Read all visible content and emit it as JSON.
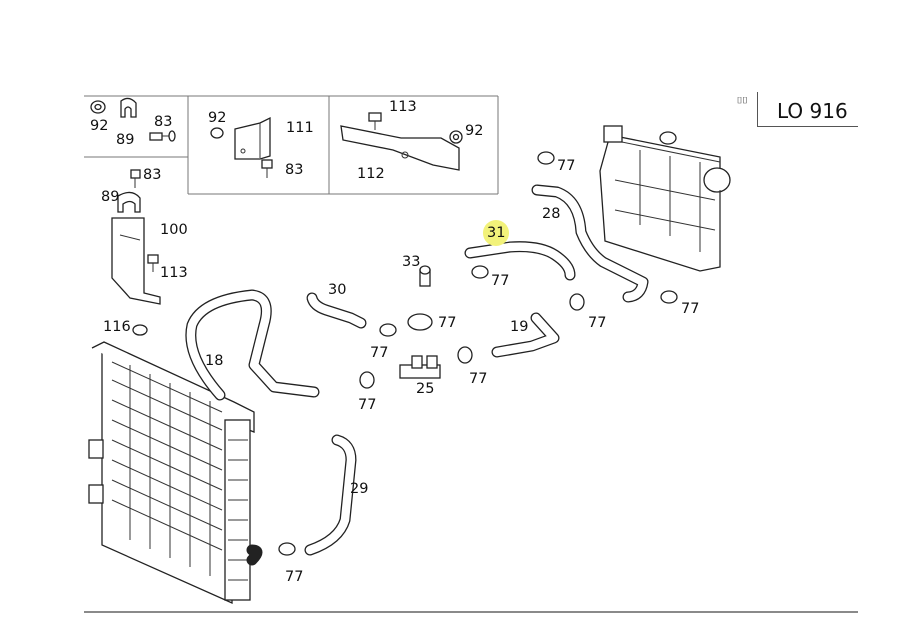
{
  "title": "LO 916",
  "title_mark": "⌷⌷",
  "labels": {
    "n92a": "92",
    "n89a": "89",
    "n83a": "83",
    "n92b": "92",
    "n111": "111",
    "n83b": "83",
    "n113a": "113",
    "n92c": "92",
    "n112": "112",
    "n83c": "83",
    "n89b": "89",
    "n100": "100",
    "n113b": "113",
    "n116": "116",
    "n77a": "77",
    "n28": "28",
    "n31": "31",
    "n77b": "77",
    "n33": "33",
    "n30": "30",
    "n77c": "77",
    "n77d": "77",
    "n19": "19",
    "n77e": "77",
    "n77f": "77",
    "n18": "18",
    "n77g": "77",
    "n25": "25",
    "n77h": "77",
    "n29": "29",
    "n77i": "77"
  },
  "highlighted_part": "31"
}
